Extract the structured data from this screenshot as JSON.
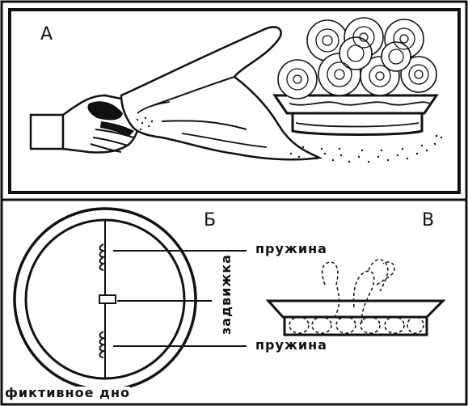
{
  "panels": {
    "a_label": "А",
    "b_label": "Б",
    "v_label": "В"
  },
  "labels": {
    "spring_top": "пружина",
    "latch": "задвижка",
    "spring_bottom": "пружина",
    "false_bottom": "фиктивное дно"
  },
  "colors": {
    "ink": "#111111",
    "paper": "#ffffff"
  }
}
